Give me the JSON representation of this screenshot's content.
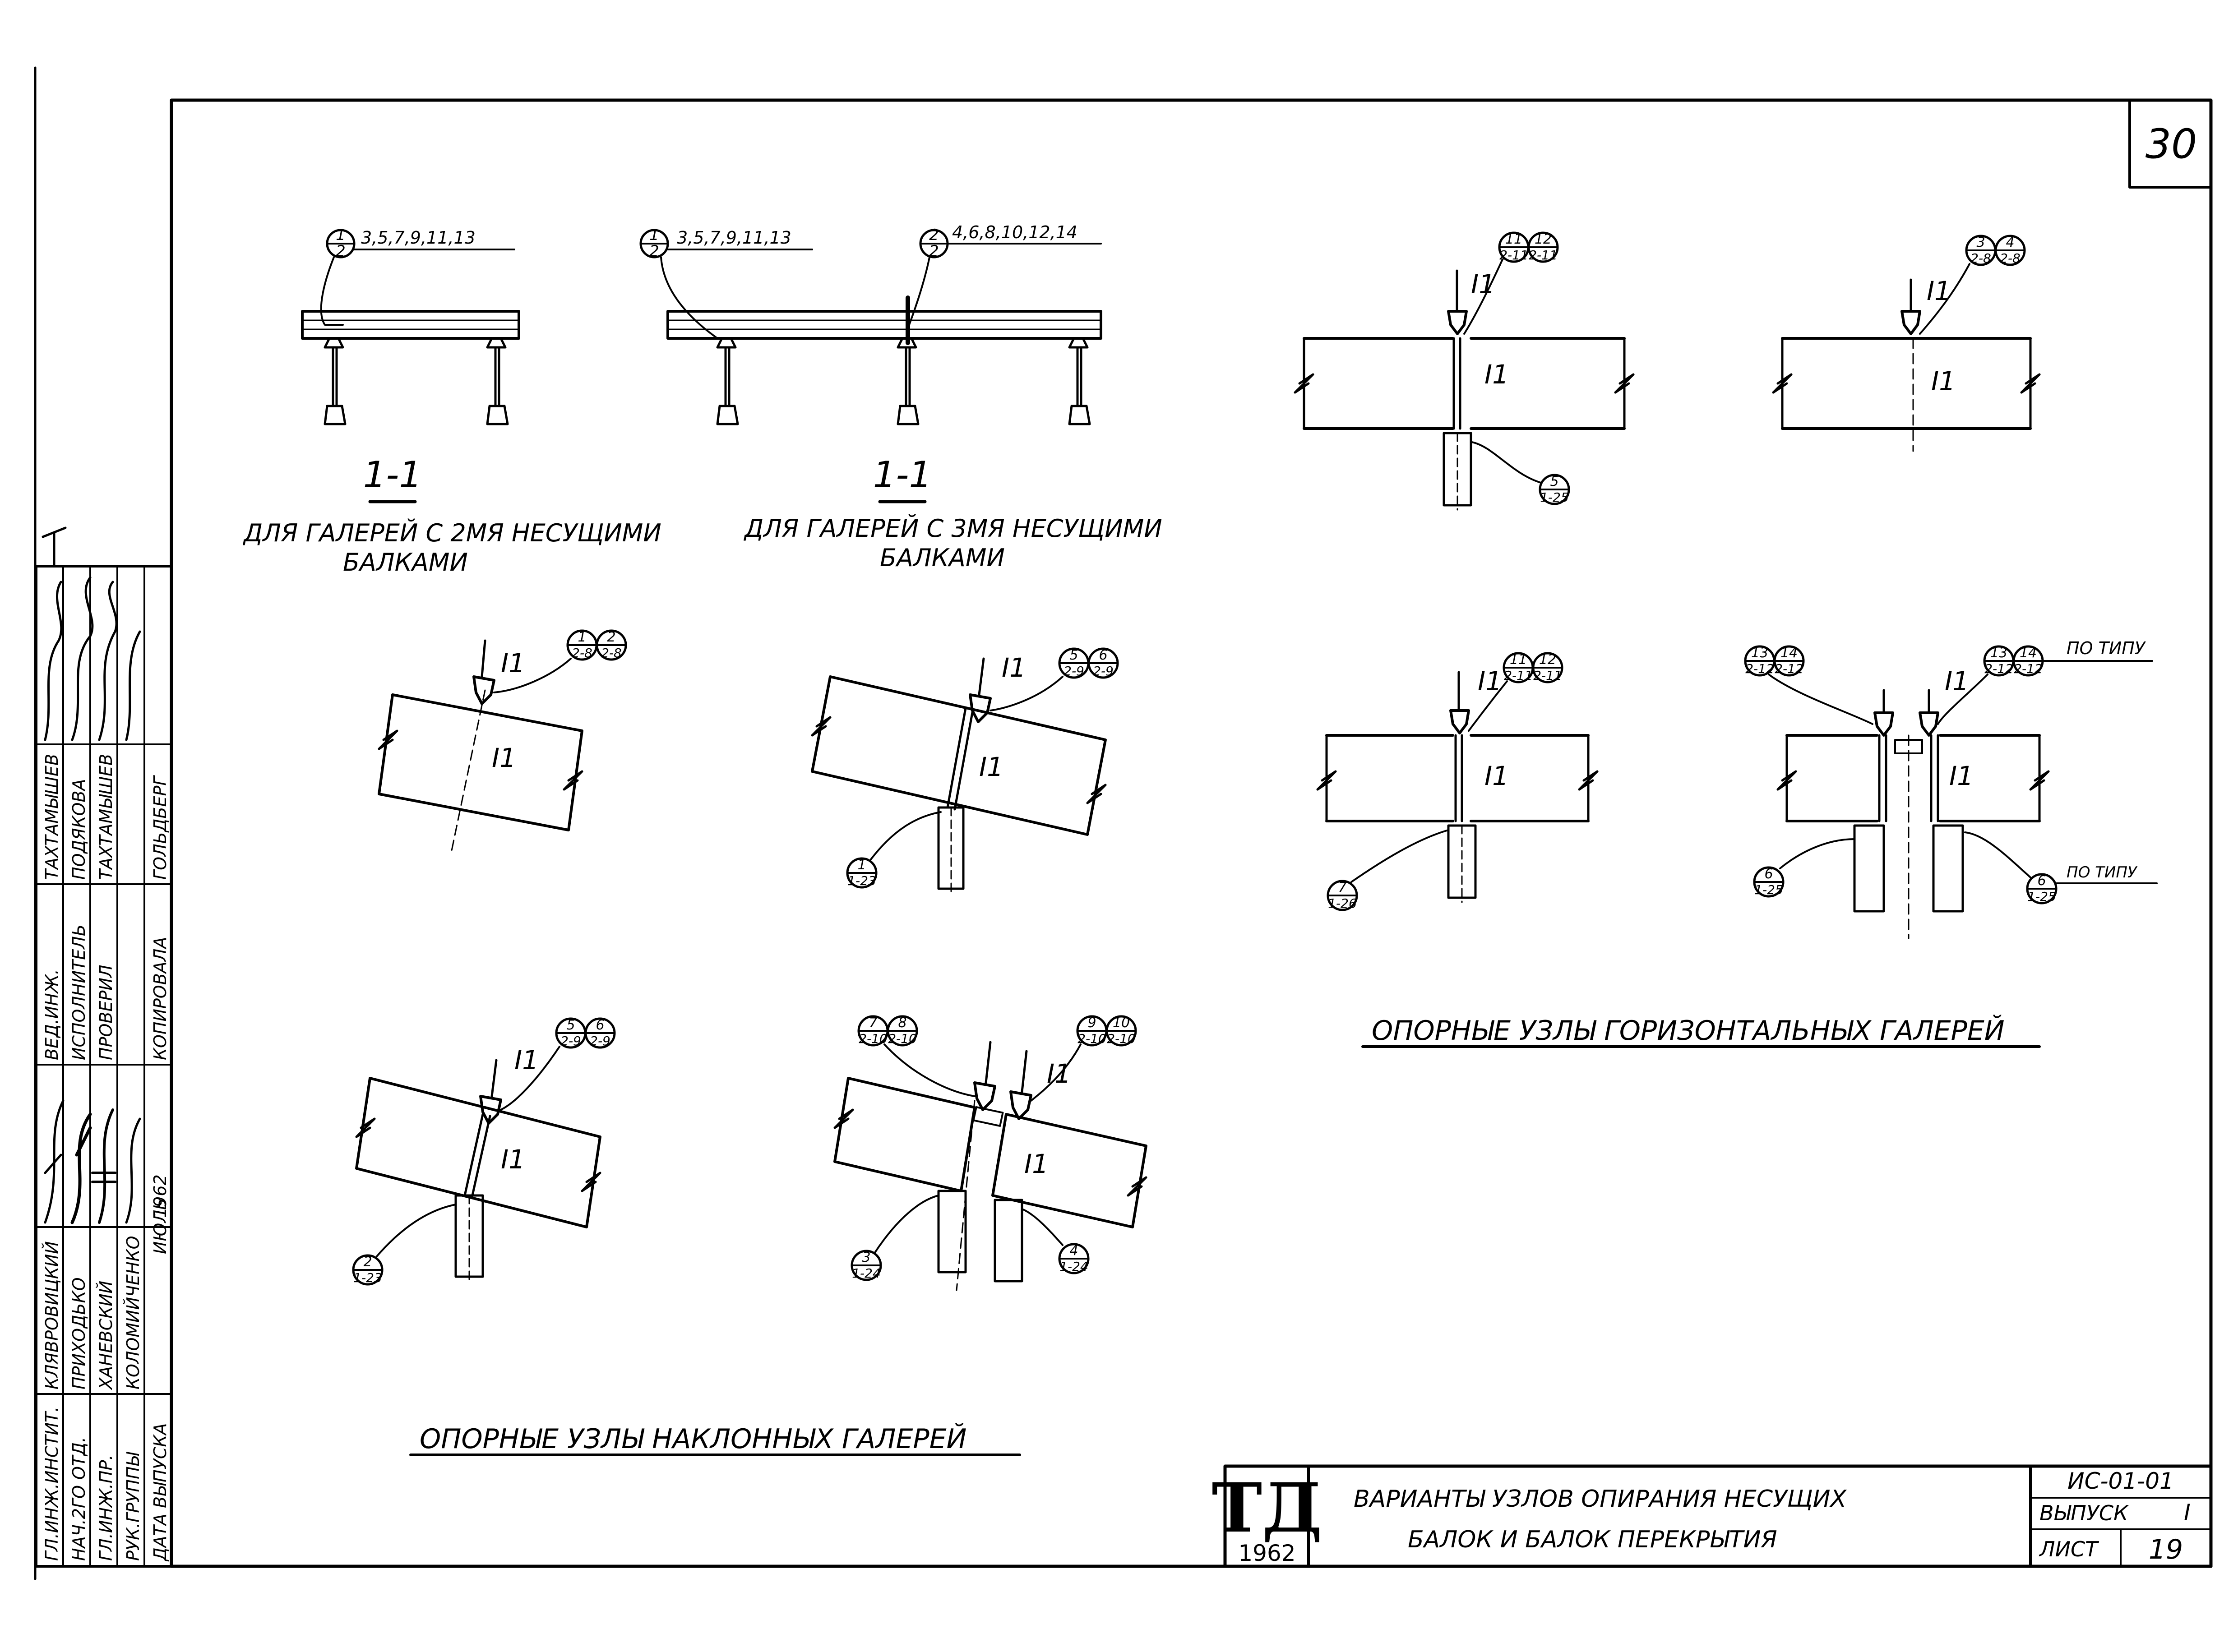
{
  "sheet_number": "30",
  "titles": {
    "section_1_1": "1-1",
    "caption_2_beams_line1": "ДЛЯ ГАЛЕРЕЙ С 2МЯ НЕСУЩИМИ",
    "caption_2_beams_line2": "БАЛКАМИ",
    "caption_3_beams_line1": "ДЛЯ ГАЛЕРЕЙ С 3МЯ НЕСУЩИМИ",
    "caption_3_beams_line2": "БАЛКАМИ",
    "horizontal_heading": "ОПОРНЫЕ УЗЛЫ ГОРИЗОНТАЛЬНЫХ ГАЛЕРЕЙ",
    "inclined_heading": "ОПОРНЫЕ УЗЛЫ НАКЛОННЫХ ГАЛЕРЕЙ"
  },
  "callouts": {
    "beam_list_odd": "3,5,7,9,11,13",
    "beam_list_odd_b": "3,5,7,9,11,13",
    "beam_list_even": "4,6,8,10,12,14",
    "c1_top": "1",
    "c1_bot": "2",
    "c2_top": "2",
    "c2_bot": "2",
    "h1_a_top": "11",
    "h1_a_bot": "2-11",
    "h1_b_top": "12",
    "h1_b_bot": "2-11",
    "h1_low_top": "5",
    "h1_low_bot": "1-25",
    "h2_a_top": "3",
    "h2_a_bot": "2-8",
    "h2_b_top": "4",
    "h2_b_bot": "2-8",
    "i1_a_top": "1",
    "i1_a_bot": "2-8",
    "i1_b_top": "2",
    "i1_b_bot": "2-8",
    "i2_a_top": "5",
    "i2_a_bot": "2-9",
    "i2_b_top": "6",
    "i2_b_bot": "2-9",
    "i2_low_top": "1",
    "i2_low_bot": "1-23",
    "h3_a_top": "11",
    "h3_a_bot": "2-11",
    "h3_b_top": "12",
    "h3_b_bot": "2-11",
    "h3_low_top": "7",
    "h3_low_bot": "1-26",
    "h4_a_top": "13",
    "h4_a_bot": "2-12",
    "h4_b_top": "14",
    "h4_b_bot": "2-12",
    "h4_c_top": "13",
    "h4_c_bot": "2-12",
    "h4_d_top": "14",
    "h4_d_bot": "2-12",
    "h4_type_top": "ПО ТИПУ",
    "h4_low_a_top": "6",
    "h4_low_a_bot": "1-25",
    "h4_low_b_top": "6",
    "h4_low_b_bot": "1-25",
    "h4_type_bottom": "ПО ТИПУ",
    "i3_a_top": "5",
    "i3_a_bot": "2-9",
    "i3_b_top": "6",
    "i3_b_bot": "2-9",
    "i3_low_top": "2",
    "i3_low_bot": "1-23",
    "i4_a_top": "7",
    "i4_a_bot": "2-10",
    "i4_b_top": "8",
    "i4_b_bot": "2-10",
    "i4_c_top": "9",
    "i4_c_bot": "2-10",
    "i4_d_top": "10",
    "i4_d_bot": "2-10",
    "i4_low_a_top": "3",
    "i4_low_a_bot": "1-24",
    "i4_low_b_top": "4",
    "i4_low_b_bot": "1-24"
  },
  "node_mark": "I1",
  "stamp": {
    "logo": "ТД",
    "year": "1962",
    "title_line1": "ВАРИАНТЫ УЗЛОВ ОПИРАНИЯ НЕСУЩИХ",
    "title_line2": "БАЛОК И БАЛОК ПЕРЕКРЫТИЯ",
    "code": "ИС-01-01",
    "issue_label": "ВЫПУСК",
    "issue_value": "I",
    "sheet_label": "ЛИСТ",
    "sheet_value": "19"
  },
  "signature_block": {
    "roles": [
      "ГЛ.ИНЖ.ИНСТИТ.",
      "НАЧ.2ГО ОТД.",
      "ГЛ.ИНЖ.ПР.",
      "РУК.ГРУППЫ",
      "ДАТА ВЫПУСКА"
    ],
    "names": [
      "КЛЯВРОВИЦКИЙ",
      "ПРИХОДЬКО",
      "ХАНЕВСКИЙ",
      "КОЛОМИЙЧЕНКО",
      "ИЮЛЬ"
    ],
    "roles2": [
      "ВЕД.ИНЖ.",
      "ИСПОЛНИТЕЛЬ",
      "ПРОВЕРИЛ",
      "КОПИРОВАЛА"
    ],
    "names2": [
      "ТАХТАМЫШЕВ",
      "ПОДЯКОВА",
      "ТАХТАМЫШЕВ",
      "ГОЛЬДБЕРГ"
    ],
    "year": "1962"
  }
}
